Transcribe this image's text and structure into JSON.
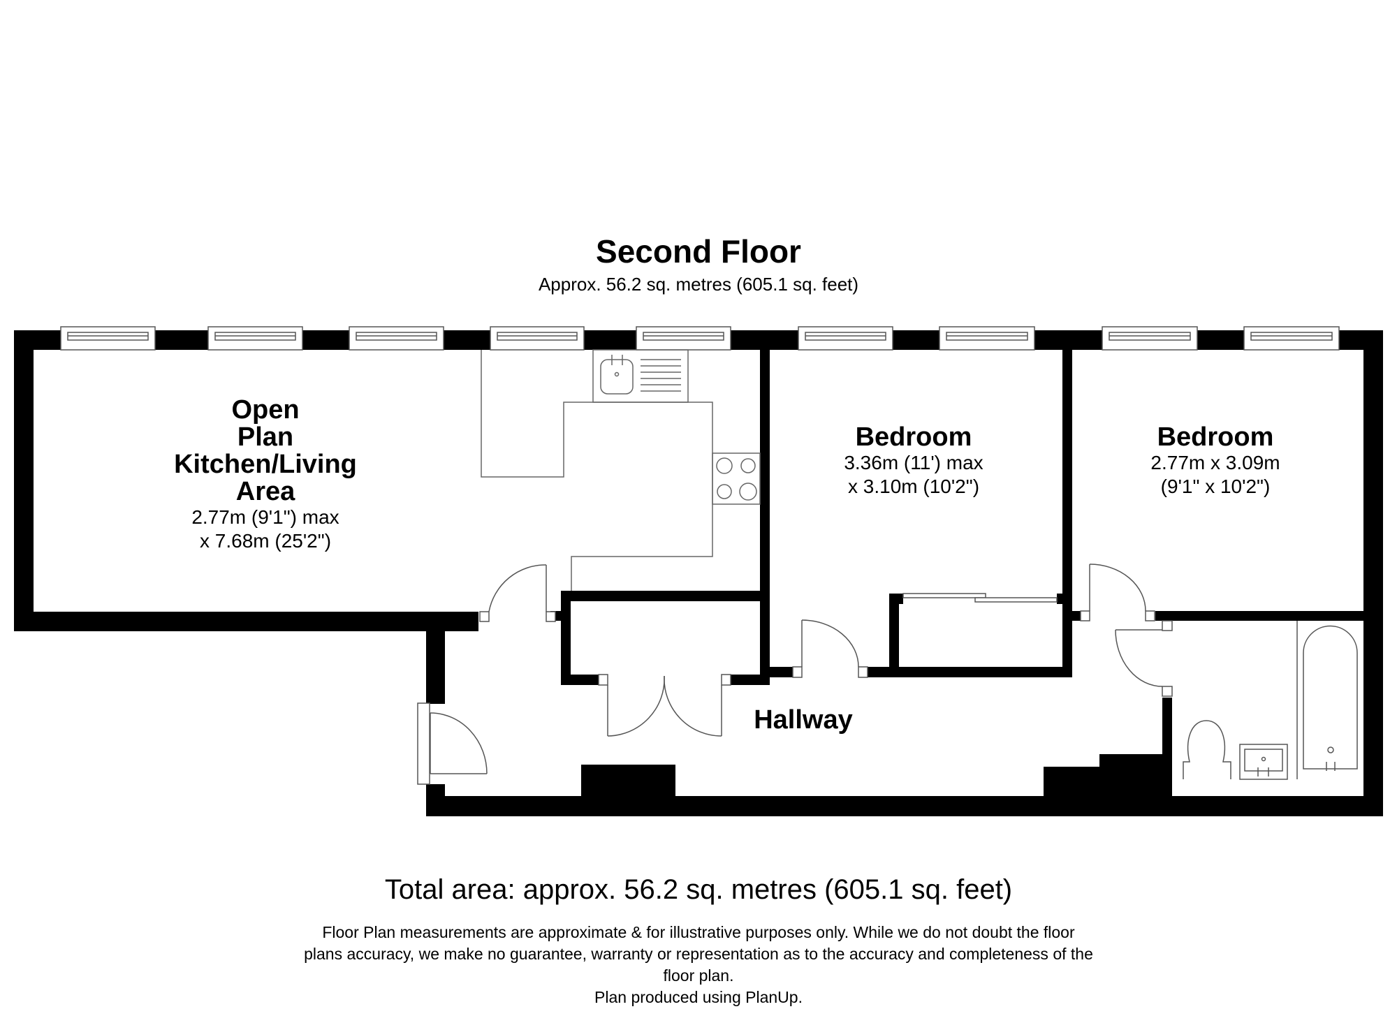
{
  "header": {
    "floor_title": "Second Floor",
    "floor_area": "Approx. 56.2 sq. metres (605.1 sq. feet)"
  },
  "rooms": [
    {
      "name_lines": [
        "Open",
        "Plan",
        "Kitchen/Living",
        "Area"
      ],
      "dimension_lines": [
        "2.77m (9'1\") max",
        "x 7.68m (25'2\")"
      ]
    },
    {
      "name_lines": [
        "Bedroom"
      ],
      "dimension_lines": [
        "3.36m (11') max",
        "x 3.10m (10'2\")"
      ]
    },
    {
      "name_lines": [
        "Bedroom"
      ],
      "dimension_lines": [
        "2.77m x 3.09m",
        "(9'1\" x 10'2\")"
      ]
    },
    {
      "name_lines": [
        "Hallway"
      ],
      "dimension_lines": []
    }
  ],
  "footer": {
    "total_area": "Total area: approx. 56.2 sq. metres (605.1 sq. feet)",
    "disclaimer_lines": [
      "Floor Plan measurements are approximate & for illustrative purposes only. While we do not doubt the floor",
      "plans accuracy, we make no guarantee, warranty or representation as to the accuracy and completeness of the",
      "floor plan.",
      "Plan produced using PlanUp."
    ]
  },
  "colors": {
    "wall": "#000000",
    "fixture_line": "#555555",
    "background": "#ffffff"
  }
}
